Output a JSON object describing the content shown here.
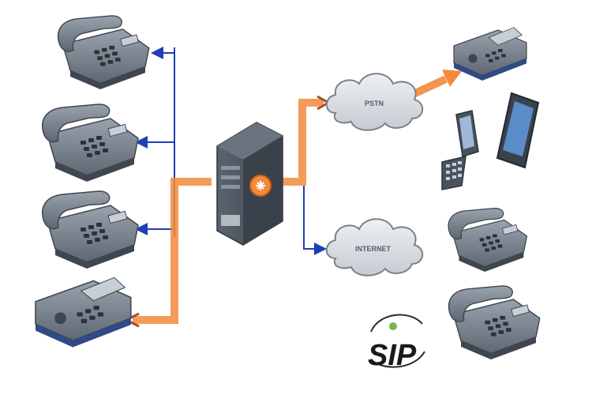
{
  "clouds": {
    "pstn_label": "PSTN",
    "internet_label": "INTERNET"
  },
  "logo": {
    "text": "SIP"
  },
  "icons": [
    "desk-phone-icon",
    "fax-machine-icon",
    "server-icon",
    "cloud-icon",
    "flip-phone-icon",
    "smartphone-icon",
    "sip-logo-icon"
  ],
  "colors": {
    "orange_link": "#f28a3c",
    "blue_link": "#1f3fb4",
    "device_body": "#6d7682",
    "device_dark": "#3f4650",
    "server_body": "#4a525e",
    "cloud_fill": "#d9dde3",
    "logo_green": "#7ab648"
  }
}
